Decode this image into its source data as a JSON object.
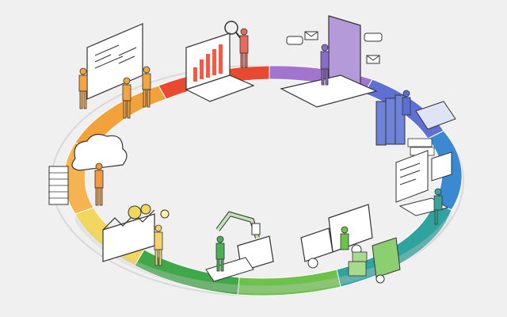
{
  "scene": {
    "type": "business-cycle-infographic",
    "background": "#f0f0f0",
    "ring_colors": [
      "#e23a32",
      "#ee6f2c",
      "#f3a23b",
      "#f6c54e",
      "#f1de6a",
      "#8ccf4f",
      "#4fb14a",
      "#37a65a",
      "#2ea38e",
      "#3a8fd0",
      "#5a6fd0",
      "#8b6bc9",
      "#a96ccf"
    ],
    "stations": [
      {
        "name": "presentation",
        "icon": "whiteboard-icon",
        "color": "#f2a541"
      },
      {
        "name": "analytics",
        "icon": "laptop-chart-icon",
        "color": "#e86a5a"
      },
      {
        "name": "communication",
        "icon": "tablet-mail-icon",
        "color": "#9b7ad6"
      },
      {
        "name": "records",
        "icon": "binders-calculator-icon",
        "color": "#5b73c9"
      },
      {
        "name": "monitoring",
        "icon": "dashboard-office-icon",
        "color": "#4aa3b8"
      },
      {
        "name": "logistics",
        "icon": "truck-forklift-icon",
        "color": "#7fc97a"
      },
      {
        "name": "manufacturing",
        "icon": "robot-arm-icon",
        "color": "#4caf50"
      },
      {
        "name": "factory",
        "icon": "factory-gears-icon",
        "color": "#f5d36c"
      },
      {
        "name": "cloud-data",
        "icon": "cloud-server-icon",
        "color": "#f39a3c"
      }
    ]
  }
}
